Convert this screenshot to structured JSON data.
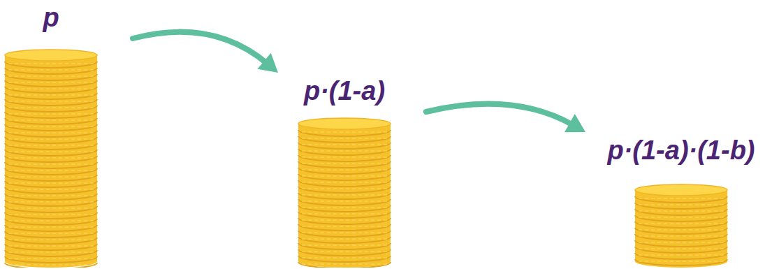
{
  "diagram": {
    "nodes": [
      {
        "text": [
          "p"
        ]
      },
      {
        "text": [
          "p·(1-a)"
        ]
      },
      {
        "text": [
          "p·(1-a)·(1-b)"
        ]
      }
    ],
    "edges": [
      {
        "from": 0,
        "to": 1,
        "arrow": "to"
      },
      {
        "from": 1,
        "to": 2,
        "arrow": "to"
      }
    ]
  }
}
